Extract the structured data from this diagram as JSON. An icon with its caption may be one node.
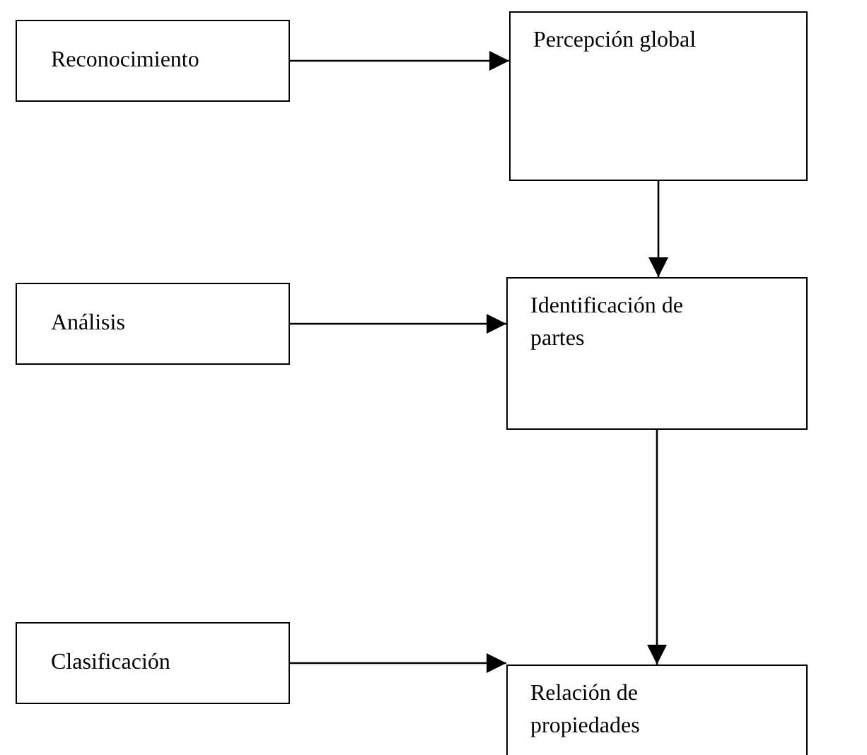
{
  "diagram": {
    "nodes": [
      {
        "text": [
          "Reconocimiento"
        ]
      },
      {
        "text": [
          "Percepción global"
        ]
      },
      {
        "text": [
          "Análisis"
        ]
      },
      {
        "text": [
          "Identificación de partes"
        ]
      },
      {
        "text": [
          "Clasificación"
        ]
      },
      {
        "text": [
          "Relación de propiedades"
        ]
      }
    ],
    "edges": [
      {
        "from": 0,
        "to": 1,
        "arrow": "to"
      },
      {
        "from": 1,
        "to": 3,
        "arrow": "to"
      },
      {
        "from": 2,
        "to": 3,
        "arrow": "to"
      },
      {
        "from": 3,
        "to": 5,
        "arrow": "to"
      },
      {
        "from": 4,
        "to": 5,
        "arrow": "to"
      }
    ]
  }
}
